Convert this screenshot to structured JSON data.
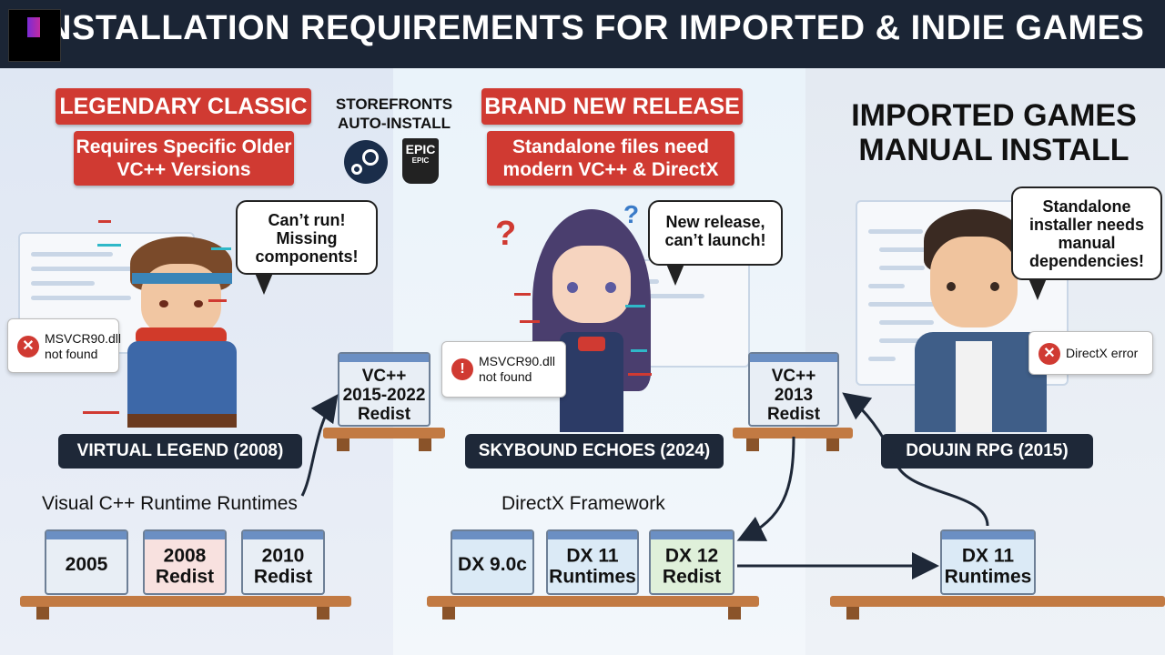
{
  "header": {
    "title": "INSTALLATION REQUIREMENTS FOR IMPORTED & INDIE GAMES",
    "logo_icon": "gamepad-logo-icon"
  },
  "left_panel": {
    "badge": "LEGENDARY CLASSIC",
    "subtitle": "Requires Specific Older VC++ Versions",
    "bubble": "Can’t run! Missing components!",
    "error": "MSVCR90.dll not found",
    "game_label": "VIRTUAL LEGEND (2008)",
    "section_title": "Visual C++ Runtime Runtimes",
    "shelf_items": [
      "2005",
      "2008 Redist",
      "2010 Redist"
    ],
    "floating_box": "VC++ 2015-2022 Redist"
  },
  "storefronts": {
    "label": "STOREFRONTS AUTO-INSTALL",
    "icons": [
      "steam-icon",
      "epic-icon"
    ],
    "epic_text_top": "EPIC",
    "epic_text_bottom": "EPIC"
  },
  "middle_panel": {
    "badge": "BRAND NEW RELEASE",
    "subtitle": "Standalone files need modern VC++ & DirectX",
    "bubble": "New release, can’t launch!",
    "error": "MSVCR90.dll not found",
    "game_label": "SKYBOUND ECHOES (2024)",
    "section_title": "DirectX Framework",
    "shelf_items": [
      "DX 9.0c",
      "DX 11 Runtimes",
      "DX 12 Redist"
    ],
    "floating_box": "VC++ 2013 Redist"
  },
  "right_panel": {
    "heading": "IMPORTED GAMES MANUAL INSTALL",
    "bubble": "Standalone installer needs manual dependencies!",
    "error": "DirectX error",
    "game_label": "DOUJIN RPG (2015)",
    "shelf_item": "DX 11 Runtimes"
  },
  "colors": {
    "accent_red": "#d03a32",
    "dark_navy": "#1e2838",
    "shelf_wood": "#c27a43"
  }
}
